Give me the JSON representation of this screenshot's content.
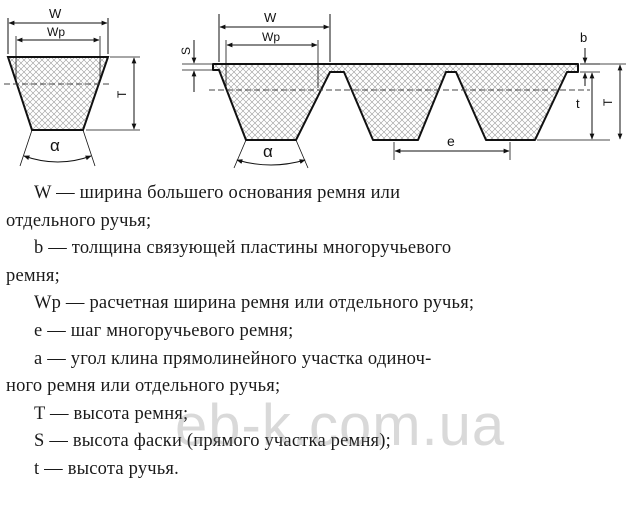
{
  "diagram": {
    "labels": {
      "w": "W",
      "wp": "Wp",
      "t_cap": "T",
      "alpha": "α",
      "s": "S",
      "b": "b",
      "t_small": "t",
      "e": "e"
    }
  },
  "legend": {
    "lines": [
      "W — ширина большего основания ремня или",
      "отдельного ручья;",
      "b — толщина связующей пластины многоручьевого",
      "ремня;",
      "Wp — расчетная ширина ремня или отдельного  ручья;",
      "e — шаг многоручьевого ремня;",
      "a — угол клина прямолинейного участка одиноч-",
      "ного ремня или отдельного ручья;",
      "T — высота ремня;",
      "S — высота фаски (прямого участка ремня);",
      "t — высота ручья."
    ]
  },
  "watermark": "eb-k.com.ua"
}
